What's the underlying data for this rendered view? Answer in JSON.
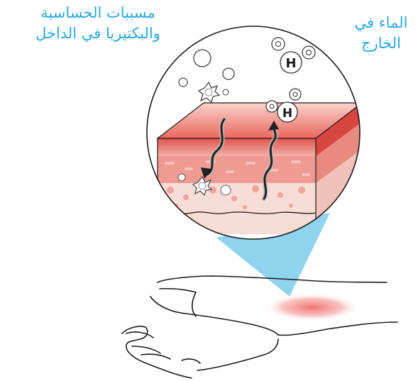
{
  "labels": {
    "allergens_bacteria_line1": "مسببات الحساسية",
    "allergens_bacteria_line2": "والبكتيريا في الداخل",
    "water_out_line1": "الماء في",
    "water_out_line2": "الخارج"
  },
  "molecule_letter": "H",
  "colors": {
    "label_text": "#2aa9df",
    "zoom_cone": "#8fd3ef",
    "skin_top": "#e0524c",
    "skin_top_light": "#f39f93",
    "skin_mid": "#ef9a92",
    "skin_lower": "#f8dcd6",
    "arrow": "#222222",
    "outline": "#1a1a1a",
    "redness": "#ef6b68"
  }
}
